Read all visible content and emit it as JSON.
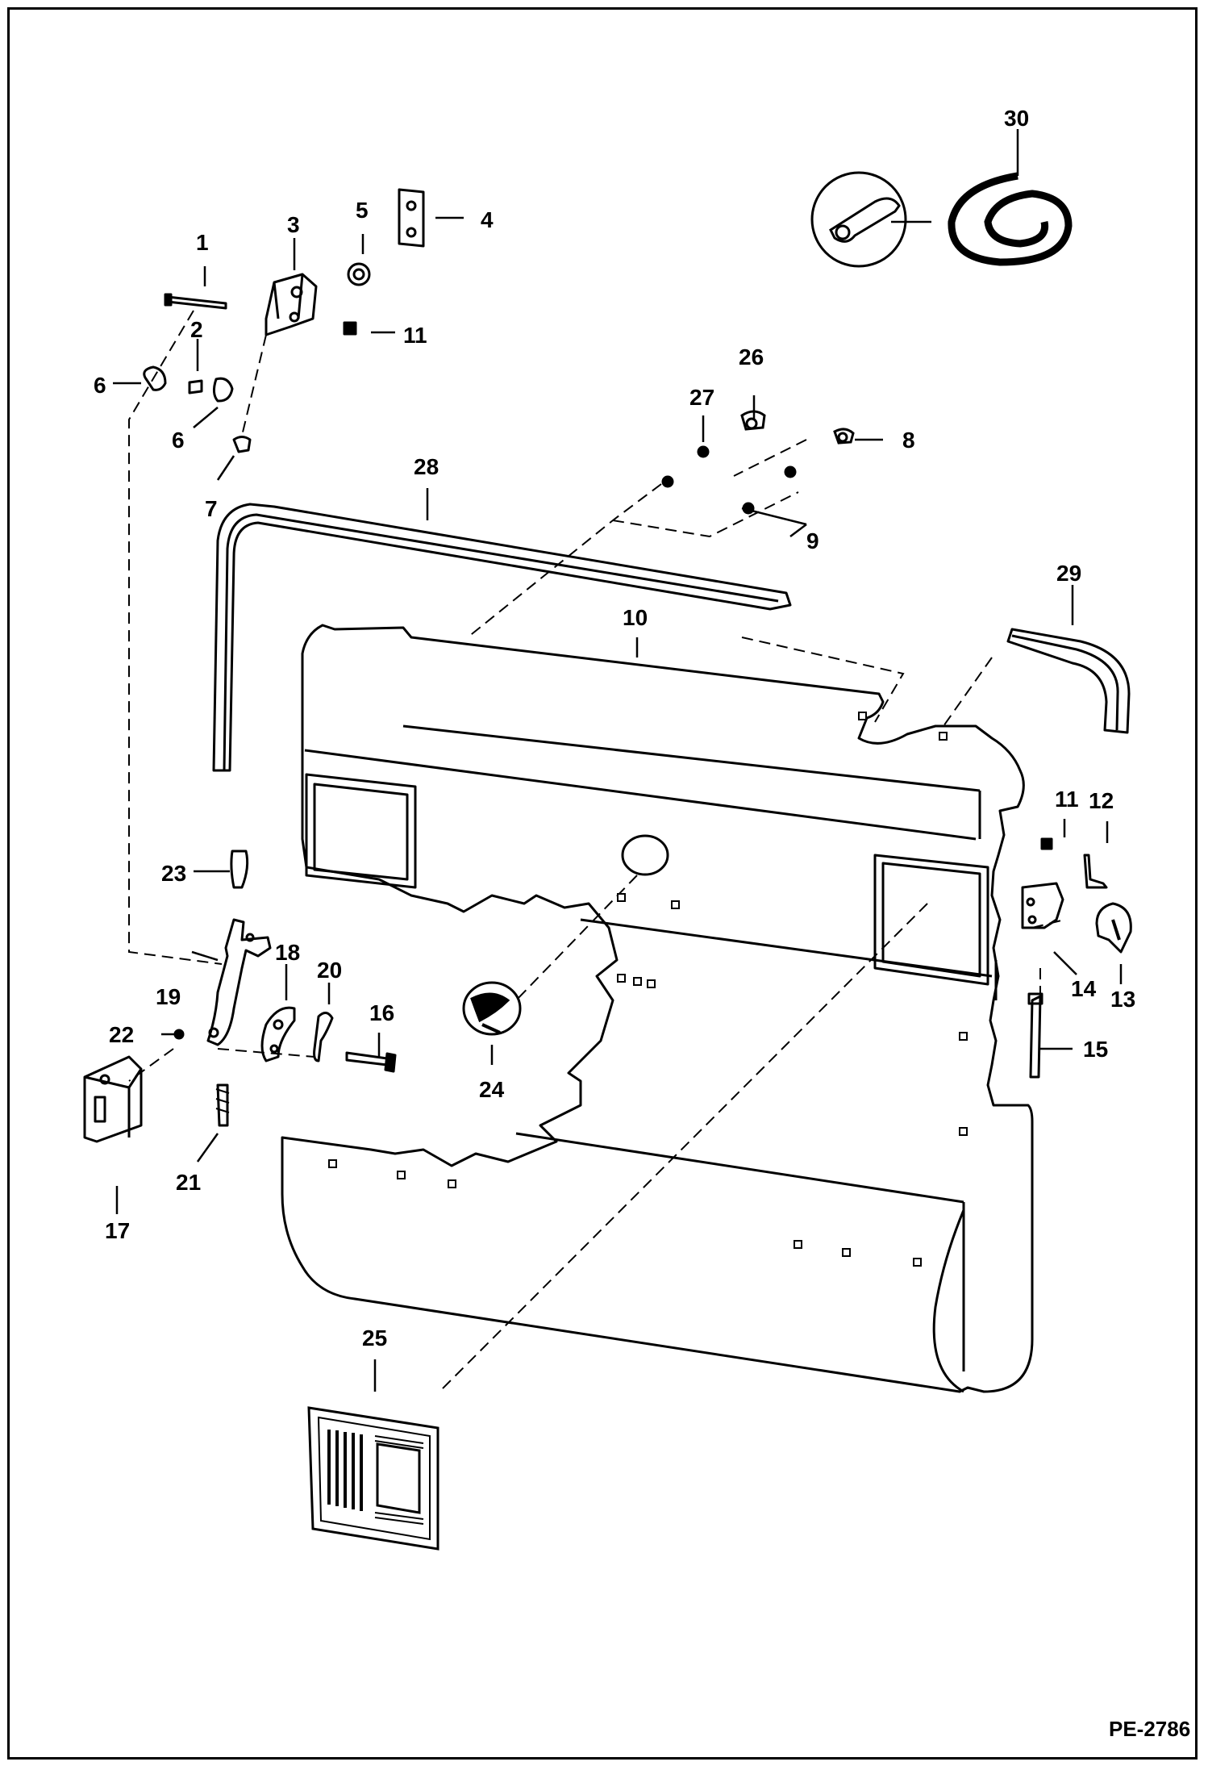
{
  "reference_code": "PE-2786",
  "part_labels": [
    {
      "id": "label-1",
      "text": "1"
    },
    {
      "id": "label-2",
      "text": "2"
    },
    {
      "id": "label-3",
      "text": "3"
    },
    {
      "id": "label-4",
      "text": "4"
    },
    {
      "id": "label-5",
      "text": "5"
    },
    {
      "id": "label-6-left",
      "text": "6"
    },
    {
      "id": "label-6-bottom",
      "text": "6"
    },
    {
      "id": "label-7",
      "text": "7"
    },
    {
      "id": "label-8",
      "text": "8"
    },
    {
      "id": "label-9",
      "text": "9"
    },
    {
      "id": "label-10",
      "text": "10"
    },
    {
      "id": "label-11-top",
      "text": "11"
    },
    {
      "id": "label-11-right",
      "text": "11"
    },
    {
      "id": "label-12",
      "text": "12"
    },
    {
      "id": "label-13",
      "text": "13"
    },
    {
      "id": "label-14",
      "text": "14"
    },
    {
      "id": "label-15",
      "text": "15"
    },
    {
      "id": "label-16",
      "text": "16"
    },
    {
      "id": "label-17",
      "text": "17"
    },
    {
      "id": "label-18",
      "text": "18"
    },
    {
      "id": "label-19",
      "text": "19"
    },
    {
      "id": "label-20",
      "text": "20"
    },
    {
      "id": "label-21",
      "text": "21"
    },
    {
      "id": "label-22",
      "text": "22"
    },
    {
      "id": "label-23",
      "text": "23"
    },
    {
      "id": "label-24",
      "text": "24"
    },
    {
      "id": "label-25",
      "text": "25"
    },
    {
      "id": "label-26",
      "text": "26"
    },
    {
      "id": "label-27",
      "text": "27"
    },
    {
      "id": "label-28",
      "text": "28"
    },
    {
      "id": "label-29",
      "text": "29"
    },
    {
      "id": "label-30",
      "text": "30"
    }
  ],
  "colors": {
    "line": "#000000",
    "background": "#ffffff"
  }
}
